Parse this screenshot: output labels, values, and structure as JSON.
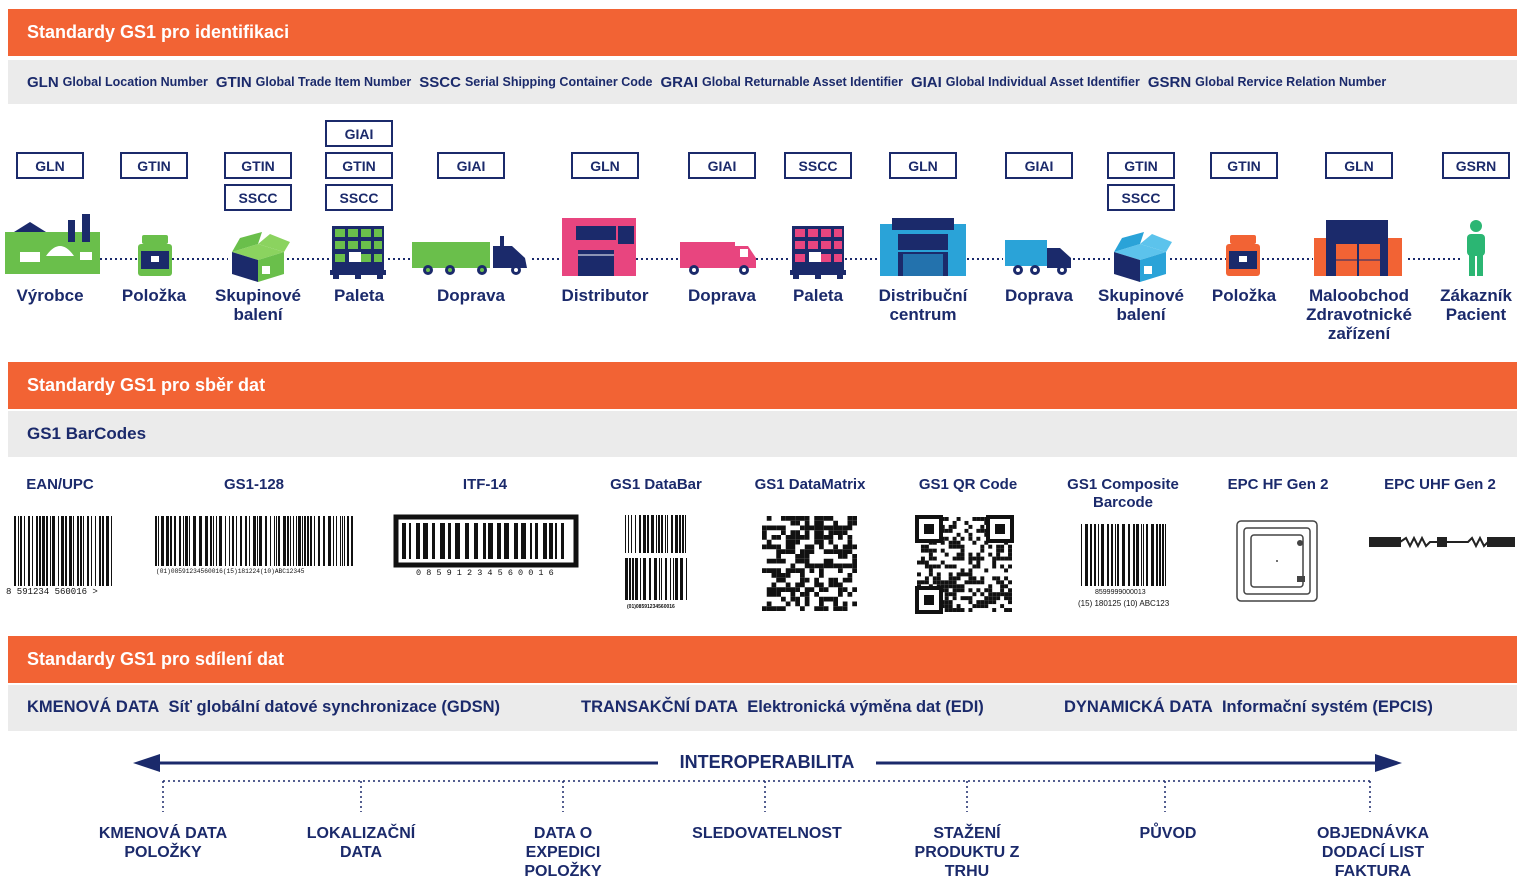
{
  "sections": {
    "identification": "Standardy GS1 pro identifikaci",
    "capture": "Standardy GS1 pro sběr dat",
    "sharing": "Standardy GS1 pro sdílení dat"
  },
  "identifiers": [
    {
      "acronym": "GLN",
      "desc": "Global Location Number"
    },
    {
      "acronym": "GTIN",
      "desc": "Global Trade Item Number"
    },
    {
      "acronym": "SSCC",
      "desc": "Serial Shipping Container Code"
    },
    {
      "acronym": "GRAI",
      "desc": "Global Returnable Asset Identifier"
    },
    {
      "acronym": "GIAI",
      "desc": "Global Individual Asset Identifier"
    },
    {
      "acronym": "GSRN",
      "desc": "Global Rervice Relation Number"
    }
  ],
  "stages": [
    {
      "label": "Výrobce",
      "boxes": [
        "GLN"
      ],
      "icon": "factory-icon"
    },
    {
      "label": "Položka",
      "boxes": [
        "GTIN"
      ],
      "icon": "jar-icon"
    },
    {
      "label": "Skupinové balení",
      "boxes": [
        "GTIN",
        "SSCC"
      ],
      "icon": "box-icon"
    },
    {
      "label": "Paleta",
      "boxes": [
        "GIAI",
        "GTIN",
        "SSCC"
      ],
      "icon": "pallet-icon"
    },
    {
      "label": "Doprava",
      "boxes": [
        "GIAI"
      ],
      "icon": "truck-icon"
    },
    {
      "label": "Distributor",
      "boxes": [
        "GLN"
      ],
      "icon": "warehouse-icon"
    },
    {
      "label": "Doprava",
      "boxes": [
        "GIAI"
      ],
      "icon": "van-icon"
    },
    {
      "label": "Paleta",
      "boxes": [
        "SSCC"
      ],
      "icon": "pallet-icon"
    },
    {
      "label": "Distribuční centrum",
      "boxes": [
        "GLN"
      ],
      "icon": "distribution-center-icon"
    },
    {
      "label": "Doprava",
      "boxes": [
        "GIAI"
      ],
      "icon": "delivery-truck-icon"
    },
    {
      "label": "Skupinové balení",
      "boxes": [
        "GTIN",
        "SSCC"
      ],
      "icon": "box-icon"
    },
    {
      "label": "Položka",
      "boxes": [
        "GTIN"
      ],
      "icon": "jar-icon"
    },
    {
      "label": "Maloobchod Zdravotnické zařízení",
      "boxes": [
        "GLN"
      ],
      "icon": "retail-store-icon"
    },
    {
      "label": "Zákazník Pacient",
      "boxes": [
        "GSRN"
      ],
      "icon": "person-icon"
    }
  ],
  "barcodes_header": "GS1 BarCodes",
  "barcodes": [
    {
      "label": "EAN/UPC",
      "caption": "8  591234  560016  >"
    },
    {
      "label": "GS1-128",
      "caption": "(01)08591234560016(15)181224(10)ABC12345"
    },
    {
      "label": "ITF-14",
      "caption": "0 8 5 9 1 2 3 4 5 6 0 0 1 6"
    },
    {
      "label": "GS1 DataBar",
      "caption": "(01)08591234560016"
    },
    {
      "label": "GS1 DataMatrix",
      "caption": ""
    },
    {
      "label": "GS1 QR Code",
      "caption": ""
    },
    {
      "label": "GS1 Composite Barcode",
      "caption": "8599999000013",
      "caption2": "(15) 180125 (10) ABC123"
    },
    {
      "label": "EPC HF Gen 2",
      "caption": ""
    },
    {
      "label": "EPC UHF Gen 2",
      "caption": ""
    }
  ],
  "sharing": [
    {
      "type": "KMENOVÁ DATA",
      "desc": "Síť globální datové synchronizace (GDSN)"
    },
    {
      "type": "TRANSAKČNÍ DATA",
      "desc": "Elektronická výměna dat (EDI)"
    },
    {
      "type": "DYNAMICKÁ DATA",
      "desc": "Informační systém (EPCIS)"
    }
  ],
  "interoperability": "INTEROPERABILITA",
  "outcomes": [
    "KMENOVÁ DATA POLOŽKY",
    "LOKALIZAČNÍ DATA",
    "DATA O EXPEDICI POLOŽKY",
    "SLEDOVATELNOST",
    "STAŽENÍ PRODUKTU Z TRHU",
    "PŮVOD",
    "OBJEDNÁVKA DODACÍ LIST FAKTURA"
  ],
  "colors": {
    "orange": "#f26334",
    "navy": "#1b2a6b",
    "grey": "#ebebeb",
    "green": "#6abf4b",
    "pink": "#e8457f",
    "blue": "#2aa3d8"
  }
}
